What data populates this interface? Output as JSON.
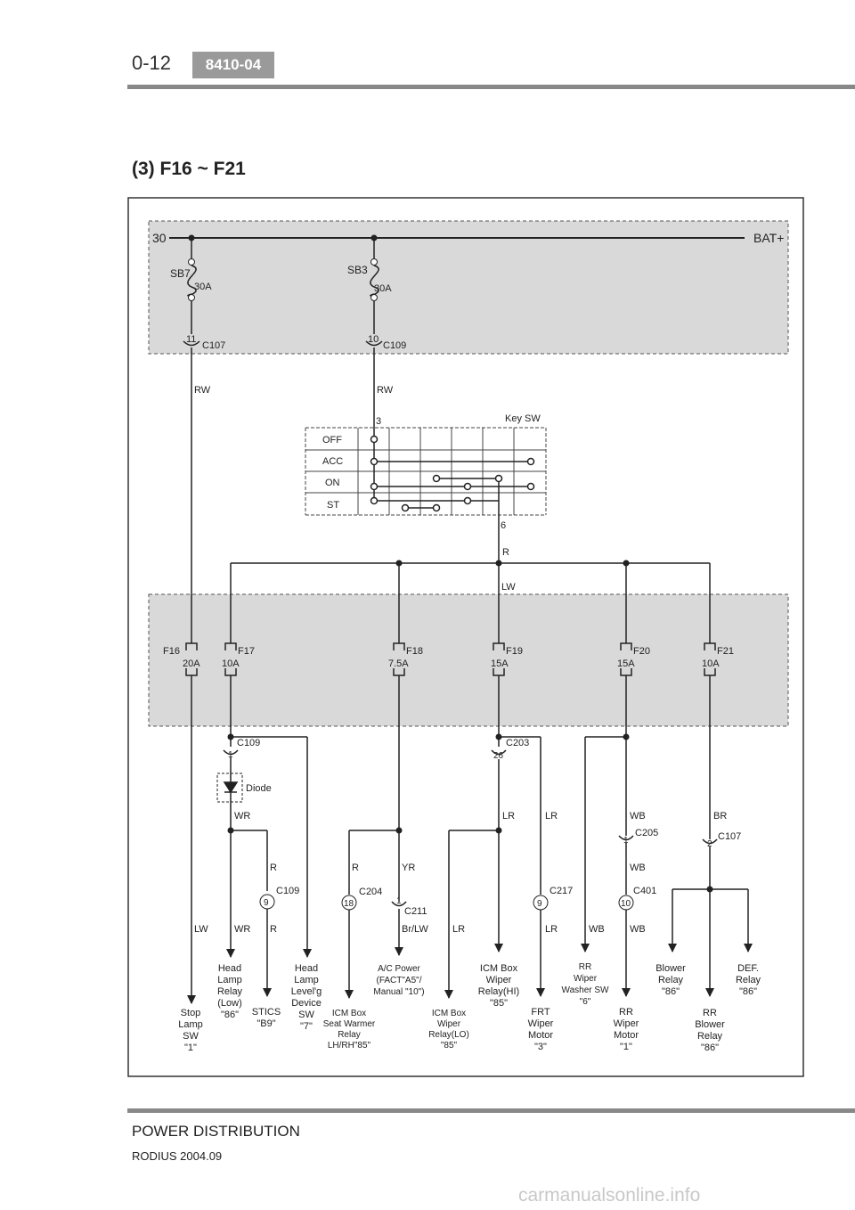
{
  "header": {
    "page": "0-12",
    "code": "8410-04"
  },
  "title": "(3) F16 ~ F21",
  "footer": {
    "section": "POWER DISTRIBUTION",
    "model": "RODIUS 2004.09"
  },
  "watermark": "carmanualsonline.info",
  "diagram": {
    "supply": {
      "left": "30",
      "right": "BAT+"
    },
    "sb7": {
      "name": "SB7",
      "rating": "30A",
      "pin": "11",
      "conn": "C107",
      "wire": "RW"
    },
    "sb3": {
      "name": "SB3",
      "rating": "30A",
      "pin": "10",
      "conn": "C109",
      "wire": "RW"
    },
    "key_sw": {
      "label": "Key SW",
      "in_pin": "3",
      "out_pin": "6",
      "positions": [
        "OFF",
        "ACC",
        "ON",
        "ST"
      ]
    },
    "bus_wire_1": "R",
    "bus_wire_2": "LW",
    "fuses": {
      "f16": {
        "name": "F16",
        "rating": "20A"
      },
      "f17": {
        "name": "F17",
        "rating": "10A"
      },
      "f18": {
        "name": "F18",
        "rating": "7.5A"
      },
      "f19": {
        "name": "F19",
        "rating": "15A"
      },
      "f20": {
        "name": "F20",
        "rating": "15A"
      },
      "f21": {
        "name": "F21",
        "rating": "10A"
      }
    },
    "connectors": {
      "c109a": {
        "pin": "1",
        "name": "C109"
      },
      "c109b": {
        "pin": "9",
        "name": "C109"
      },
      "c203": {
        "pin": "26",
        "name": "C203"
      },
      "c204": {
        "pin": "18",
        "name": "C204"
      },
      "c211": {
        "pin": "1",
        "name": "C211"
      },
      "c217": {
        "pin": "9",
        "name": "C217"
      },
      "c205": {
        "pin": "1",
        "name": "C205"
      },
      "c401": {
        "pin": "10",
        "name": "C401"
      },
      "c107b": {
        "pin": "2",
        "name": "C107"
      }
    },
    "diode": "Diode",
    "wires": {
      "lw": "LW",
      "wr": "WR",
      "r": "R",
      "yr": "YR",
      "brlw": "Br/LW",
      "lr": "LR",
      "wb": "WB",
      "br": "BR"
    },
    "loads": {
      "stop_lamp": [
        "Stop",
        "Lamp",
        "SW",
        "\"1\""
      ],
      "head_lamp_relay": [
        "Head",
        "Lamp",
        "Relay",
        "(Low)",
        "\"86\""
      ],
      "stics": [
        "STICS",
        "\"B9\""
      ],
      "head_lamp_leveling": [
        "Head",
        "Lamp",
        "Level'g",
        "Device",
        "SW",
        "\"7\""
      ],
      "icm_seat_warmer": [
        "ICM Box",
        "Seat Warmer",
        "Relay",
        "LH/RH\"85\""
      ],
      "ac_power": [
        "A/C Power",
        "(FACT\"A5\"/",
        "Manual \"10\")"
      ],
      "icm_wiper_lo": [
        "ICM Box",
        "Wiper",
        "Relay(LO)",
        "\"85\""
      ],
      "icm_wiper_hi": [
        "ICM Box",
        "Wiper",
        "Relay(HI)",
        "\"85\""
      ],
      "frt_wiper_motor": [
        "FRT",
        "Wiper",
        "Motor",
        "\"3\""
      ],
      "rr_wiper_washer": [
        "RR",
        "Wiper",
        "Washer SW",
        "\"6\""
      ],
      "rr_wiper_motor": [
        "RR",
        "Wiper",
        "Motor",
        "\"1\""
      ],
      "blower_relay": [
        "Blower",
        "Relay",
        "\"86\""
      ],
      "rr_blower_relay": [
        "RR",
        "Blower",
        "Relay",
        "\"86\""
      ],
      "def_relay": [
        "DEF.",
        "Relay",
        "\"86\""
      ]
    }
  }
}
